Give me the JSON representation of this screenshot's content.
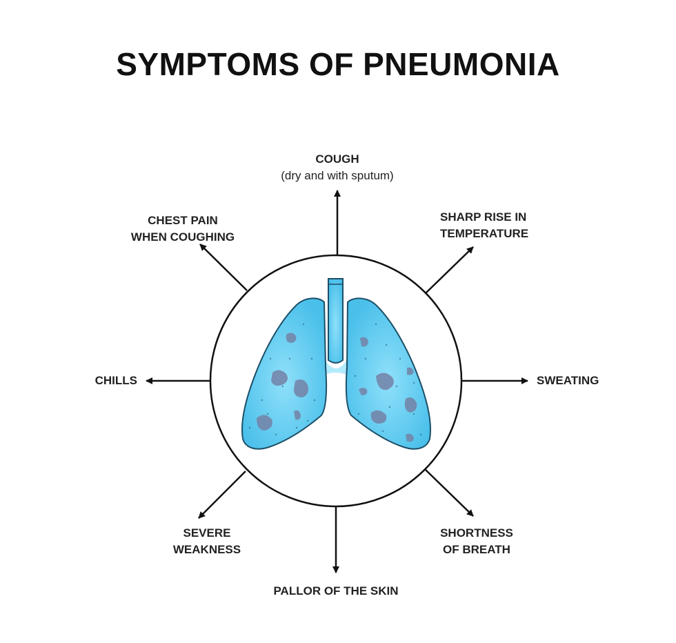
{
  "title": "SYMPTOMS OF PNEUMONIA",
  "symptoms": {
    "cough": {
      "line1": "COUGH",
      "line2": "(dry and with sputum)"
    },
    "temperature": {
      "line1": "SHARP RISE IN",
      "line2": "TEMPERATURE"
    },
    "sweating": {
      "line1": "SWEATING"
    },
    "breath": {
      "line1": "SHORTNESS",
      "line2": "OF BREATH"
    },
    "pallor": {
      "line1": "PALLOR OF THE SKIN"
    },
    "weakness": {
      "line1": "SEVERE",
      "line2": "WEAKNESS"
    },
    "chills": {
      "line1": "CHILLS"
    },
    "chest_pain": {
      "line1": "CHEST PAIN",
      "line2": "WHEN COUGHING"
    }
  },
  "colors": {
    "lung_fill": "#4fc6ee",
    "lung_stroke": "#1d4f66",
    "spot": "#6f7fa3",
    "arrow": "#111111"
  }
}
